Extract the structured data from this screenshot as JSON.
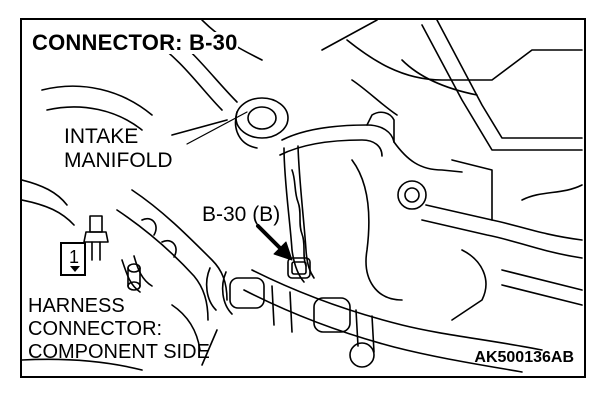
{
  "title": "CONNECTOR: B-30",
  "labels": {
    "intake_line1": "INTAKE",
    "intake_line2": "MANIFOLD",
    "connector_callout": "B-30 (B)",
    "harness_line1": "HARNESS",
    "harness_line2": "CONNECTOR:",
    "harness_line3": "COMPONENT SIDE"
  },
  "connector_symbol_number": "1",
  "figure_code": "AK500136AB",
  "colors": {
    "line": "#000000",
    "background": "#ffffff"
  }
}
